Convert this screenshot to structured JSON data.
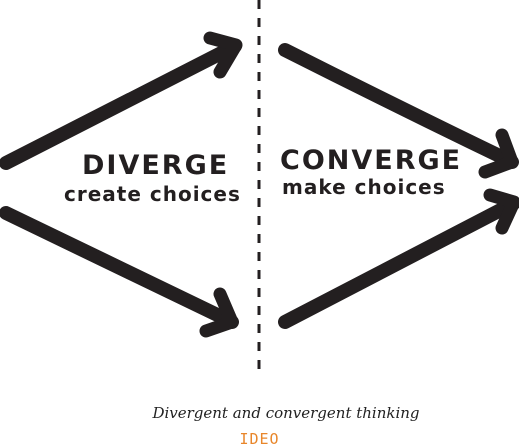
{
  "diagram": {
    "left_title": "DIVERGE",
    "left_subtitle": "create choices",
    "right_title": "CONVERGE",
    "right_subtitle": "make choices"
  },
  "caption": "Divergent and convergent thinking",
  "brand": "IDEO",
  "colors": {
    "ink": "#231f20",
    "brand": "#e8862a"
  }
}
